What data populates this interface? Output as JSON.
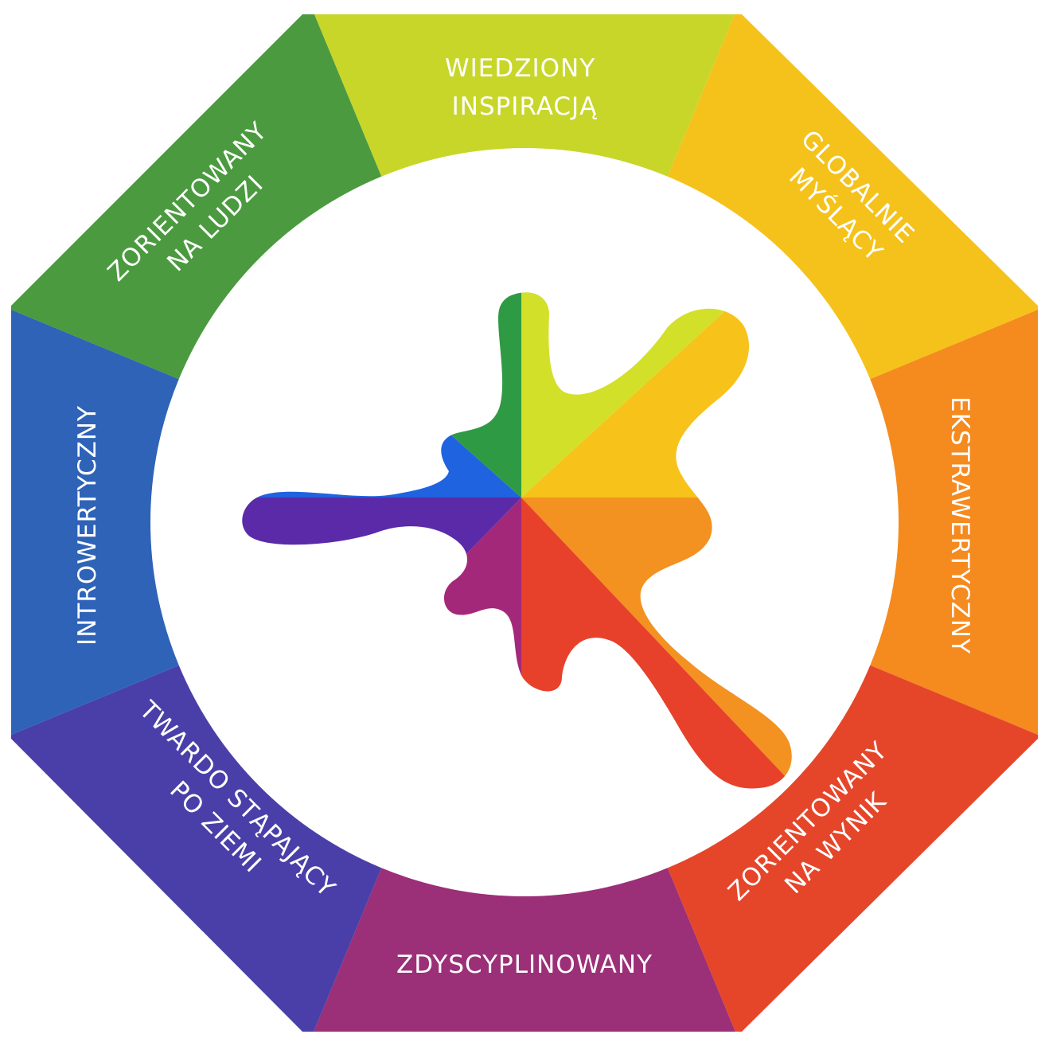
{
  "diagram": {
    "segments": [
      {
        "id": "top",
        "lines": [
          "WIEDZIONY",
          "INSPIRACJĄ"
        ],
        "color": "#c8d62a"
      },
      {
        "id": "top-right",
        "lines": [
          "GLOBALNIE",
          "MYŚLĄCY"
        ],
        "color": "#f5c21b"
      },
      {
        "id": "right",
        "lines": [
          "EKSTRAWERTYCZNY"
        ],
        "color": "#f58a1f"
      },
      {
        "id": "bottom-right",
        "lines": [
          "ZORIENTOWANY",
          "NA WYNIK"
        ],
        "color": "#e5462a"
      },
      {
        "id": "bottom",
        "lines": [
          "ZDYSCYPLINOWANY"
        ],
        "color": "#9b2f78"
      },
      {
        "id": "bottom-left",
        "lines": [
          "TWARDO STĄPAJĄCY",
          "PO ZIEMI"
        ],
        "color": "#4a3fa8"
      },
      {
        "id": "left",
        "lines": [
          "INTROWERTYCZNY"
        ],
        "color": "#2e63b8"
      },
      {
        "id": "top-left",
        "lines": [
          "ZORIENTOWANY",
          "NA LUDZI"
        ],
        "color": "#4b9a3f"
      }
    ],
    "splash_colors": [
      "#d3e02a",
      "#f7c21a",
      "#f39220",
      "#e8412b",
      "#a4287a",
      "#5a2aa8",
      "#1f63e0",
      "#2f9a44"
    ]
  }
}
